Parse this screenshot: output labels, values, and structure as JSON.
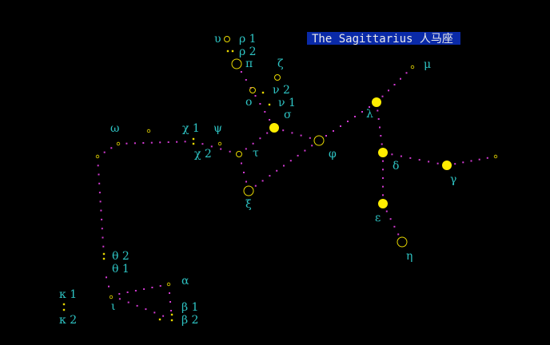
{
  "title": "The Sagittarius 人马座",
  "colors": {
    "background": "#000000",
    "title_bg": "#0a2aa8",
    "title_text": "#eaeaea",
    "label": "#2ec4c4",
    "star_bright": "#ffee00",
    "star_ring": "#e8d800",
    "line_dots": "#d23ad2"
  },
  "labels": {
    "upsilon": "υ",
    "rho1": "ρ 1",
    "rho2": "ρ 2",
    "pi": "π",
    "zeta": "ζ",
    "nu2": "ν 2",
    "nu1": "ν 1",
    "omicron": "ο",
    "sigma": "σ",
    "mu": "μ",
    "lambda": "λ",
    "omega": "ω",
    "chi1": "χ 1",
    "psi": "ψ",
    "chi2": "χ 2",
    "tau": "τ",
    "phi": "φ",
    "delta": "δ",
    "gamma": "γ",
    "xi": "ξ",
    "epsilon": "ε",
    "eta": "η",
    "theta2": "θ 2",
    "theta1": "θ 1",
    "alpha": "α",
    "kappa1": "κ 1",
    "kappa2": "κ 2",
    "iota": "ι",
    "beta1": "β 1",
    "beta2": "β 2"
  }
}
